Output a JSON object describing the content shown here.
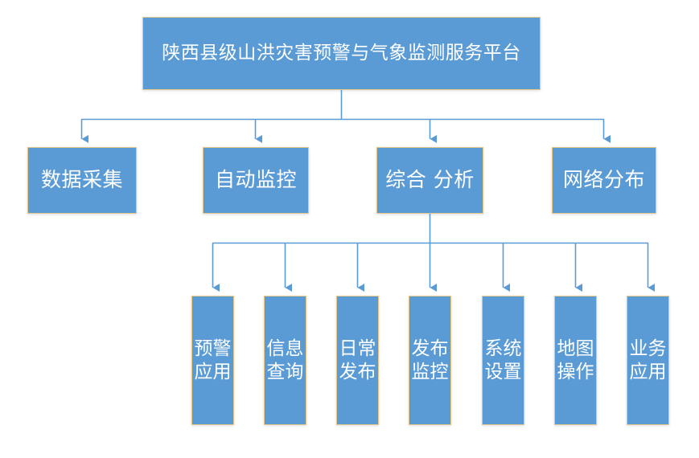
{
  "diagram": {
    "title": "陕西县级山洪灾害预警与气象监测服务平台",
    "type": "organization-tree",
    "background_color": "#FFFFFF",
    "node_fill_color": "#5B9BD5",
    "node_border_color": "#E8C88A",
    "node_text_color": "#FFFFFF",
    "connector_color": "#5B9BD5"
  },
  "root": {
    "label": "陕西县级山洪灾害预警与气象监测服务平台"
  },
  "level2": [
    {
      "label": "数据采集"
    },
    {
      "label": "自动监控"
    },
    {
      "label": "综合 分析"
    },
    {
      "label": "网络分布"
    }
  ],
  "level3": [
    {
      "label": "预警\n应用"
    },
    {
      "label": "信息\n查询"
    },
    {
      "label": "日常\n发布"
    },
    {
      "label": "发布\n监控"
    },
    {
      "label": "系统\n设置"
    },
    {
      "label": "地图\n操作"
    },
    {
      "label": "业务\n应用"
    }
  ]
}
